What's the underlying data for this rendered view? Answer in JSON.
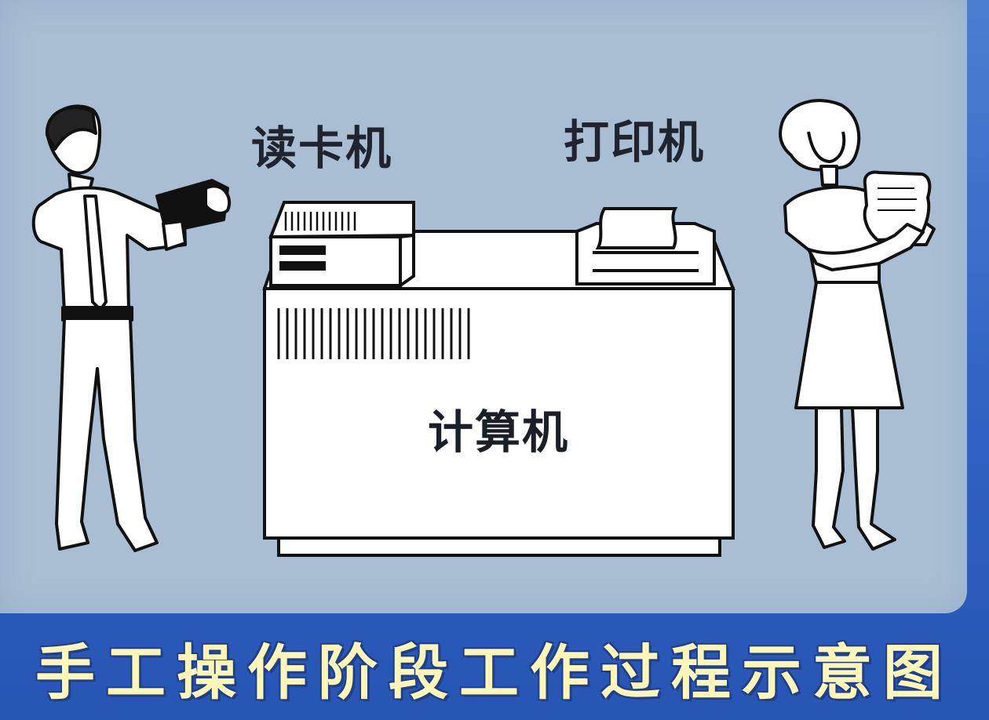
{
  "labels": {
    "card_reader": "读卡机",
    "printer": "打印机",
    "computer": "计算机"
  },
  "caption": "手工操作阶段工作过程示意图",
  "colors": {
    "panel_background": "#a9bed3",
    "frame_blue": "#2f62c2",
    "caption_text": "#fff6b8"
  }
}
